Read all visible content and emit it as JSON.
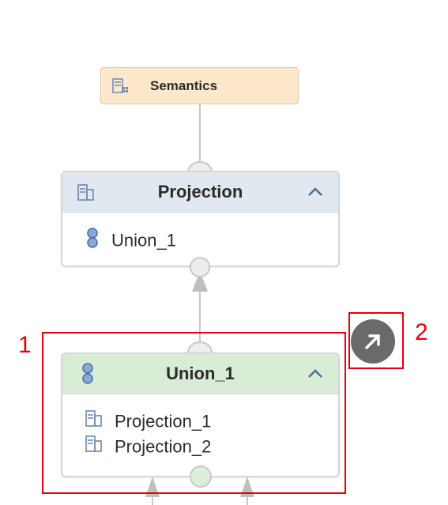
{
  "semantics_node": {
    "label": "Semantics",
    "icon": "semantics-table-icon",
    "fill": "#fde8cb"
  },
  "projection_node": {
    "title": "Projection",
    "icon": "projection-icon",
    "header_fill": "#e2e8ef",
    "collapse_icon": "chevron-up-icon",
    "inputs": [
      "Union_1"
    ]
  },
  "union_node": {
    "title": "Union_1",
    "icon": "union-icon",
    "header_fill": "#d8ecd6",
    "collapse_icon": "chevron-up-icon",
    "inputs": [
      "Projection_1",
      "Projection_2"
    ]
  },
  "expand_button": {
    "icon": "arrow-up-right-icon",
    "fill": "#6a6a6a"
  },
  "annotations": {
    "marker_1": "1",
    "marker_2": "2",
    "color": "#e8000b"
  }
}
